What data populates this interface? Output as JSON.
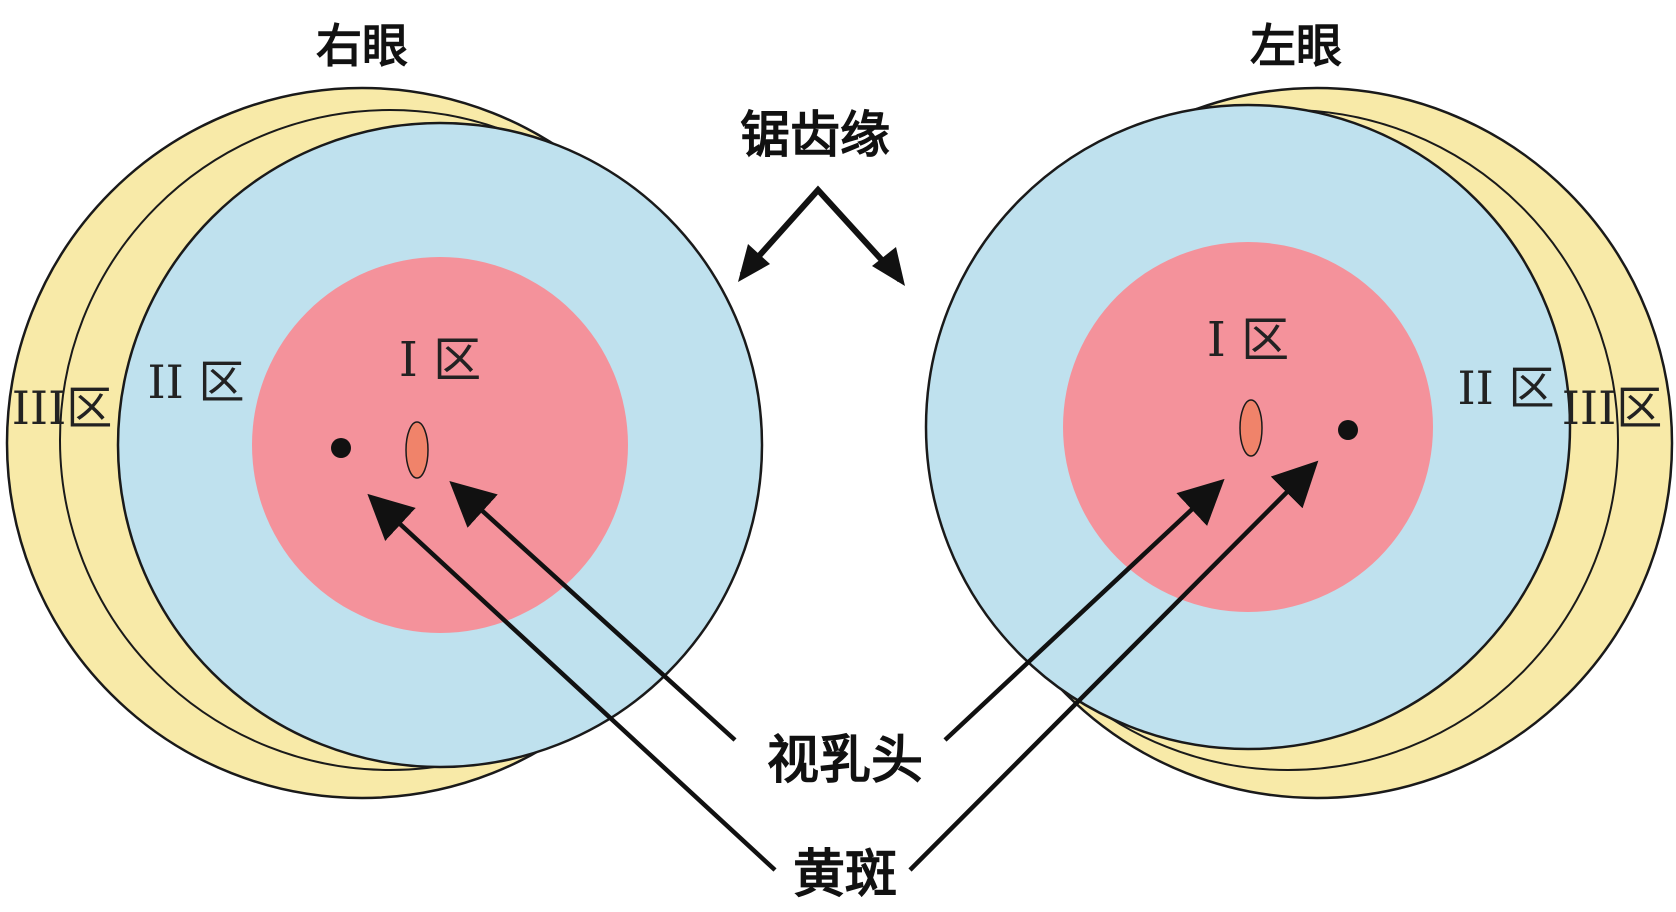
{
  "titles": {
    "right_eye": "右眼",
    "left_eye": "左眼"
  },
  "labels": {
    "ora_serrata": "锯齿缘",
    "optic_disc": "视乳头",
    "macula": "黄斑"
  },
  "zones": {
    "zone1": "I 区",
    "zone2": "II 区",
    "zone3": "III区"
  },
  "colors": {
    "zone1": "#f4929b",
    "zone2": "#bfe1ee",
    "zone3": "#f8eaa8",
    "outline": "#1a1a1a",
    "disc": "#f0836a",
    "background": "#ffffff"
  }
}
